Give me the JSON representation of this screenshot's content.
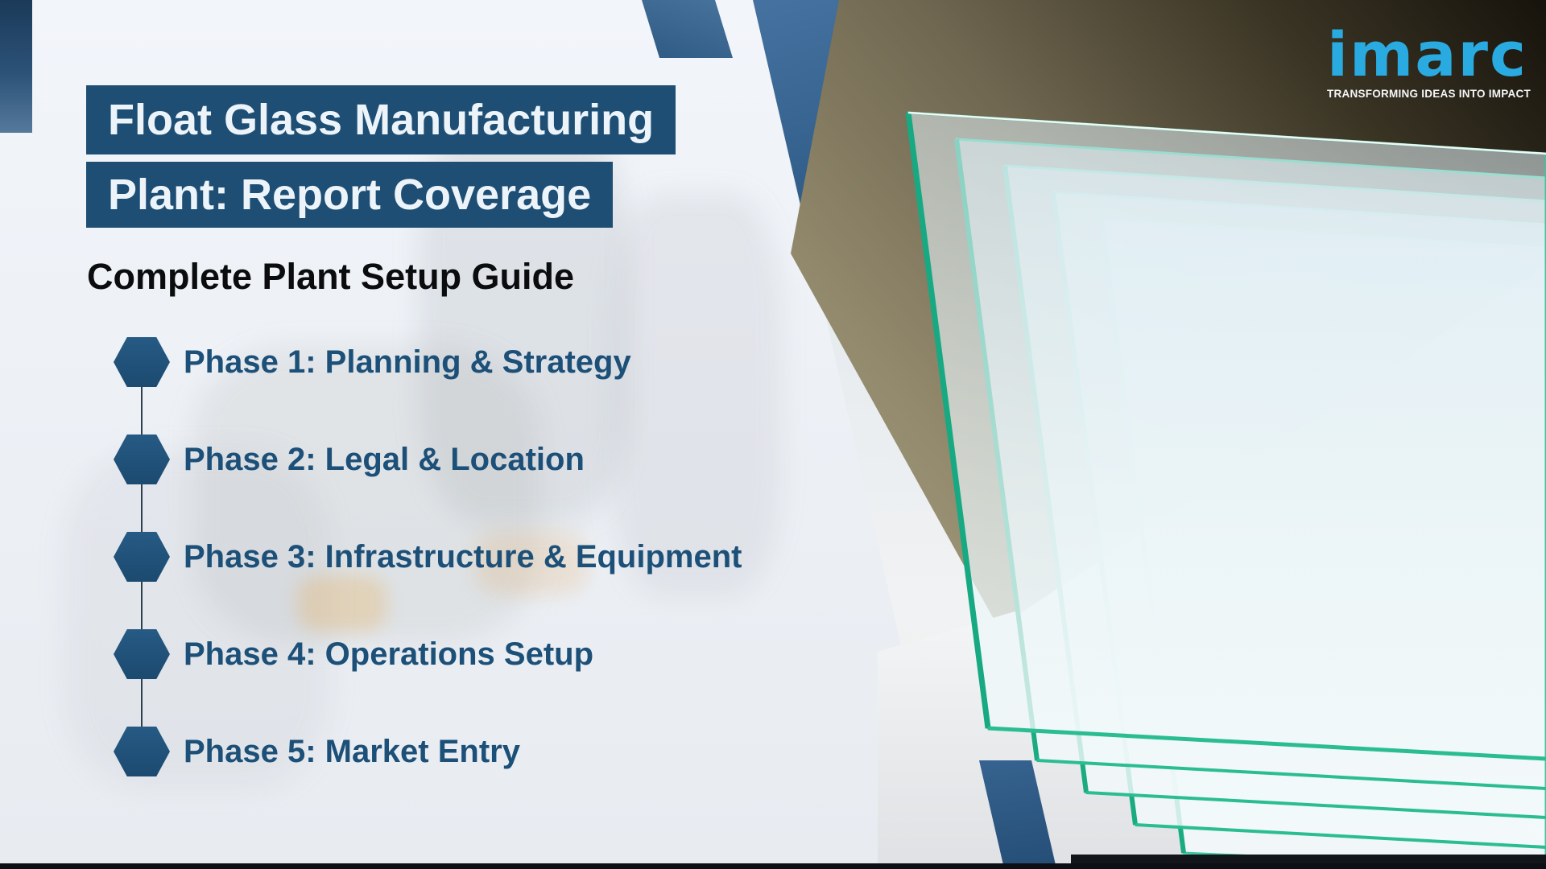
{
  "header": {
    "title_line1": "Float Glass Manufacturing",
    "title_line2": "Plant: Report Coverage",
    "subtitle": "Complete Plant Setup Guide"
  },
  "phases": [
    {
      "label": "Phase 1: Planning & Strategy"
    },
    {
      "label": "Phase 2: Legal & Location"
    },
    {
      "label": "Phase 3: Infrastructure & Equipment"
    },
    {
      "label": "Phase 4: Operations Setup"
    },
    {
      "label": "Phase 5: Market Entry"
    }
  ],
  "logo": {
    "name": "imarc",
    "tagline": "TRANSFORMING IDEAS INTO IMPACT"
  },
  "colors": {
    "navy_box": "#1E4E74",
    "phase_text": "#1D5078",
    "imarc_blue": "#29ABE2",
    "glass_teal": "#1FB287",
    "wall_brown": "#8D8468",
    "steel_blue": "#2E5A86"
  }
}
